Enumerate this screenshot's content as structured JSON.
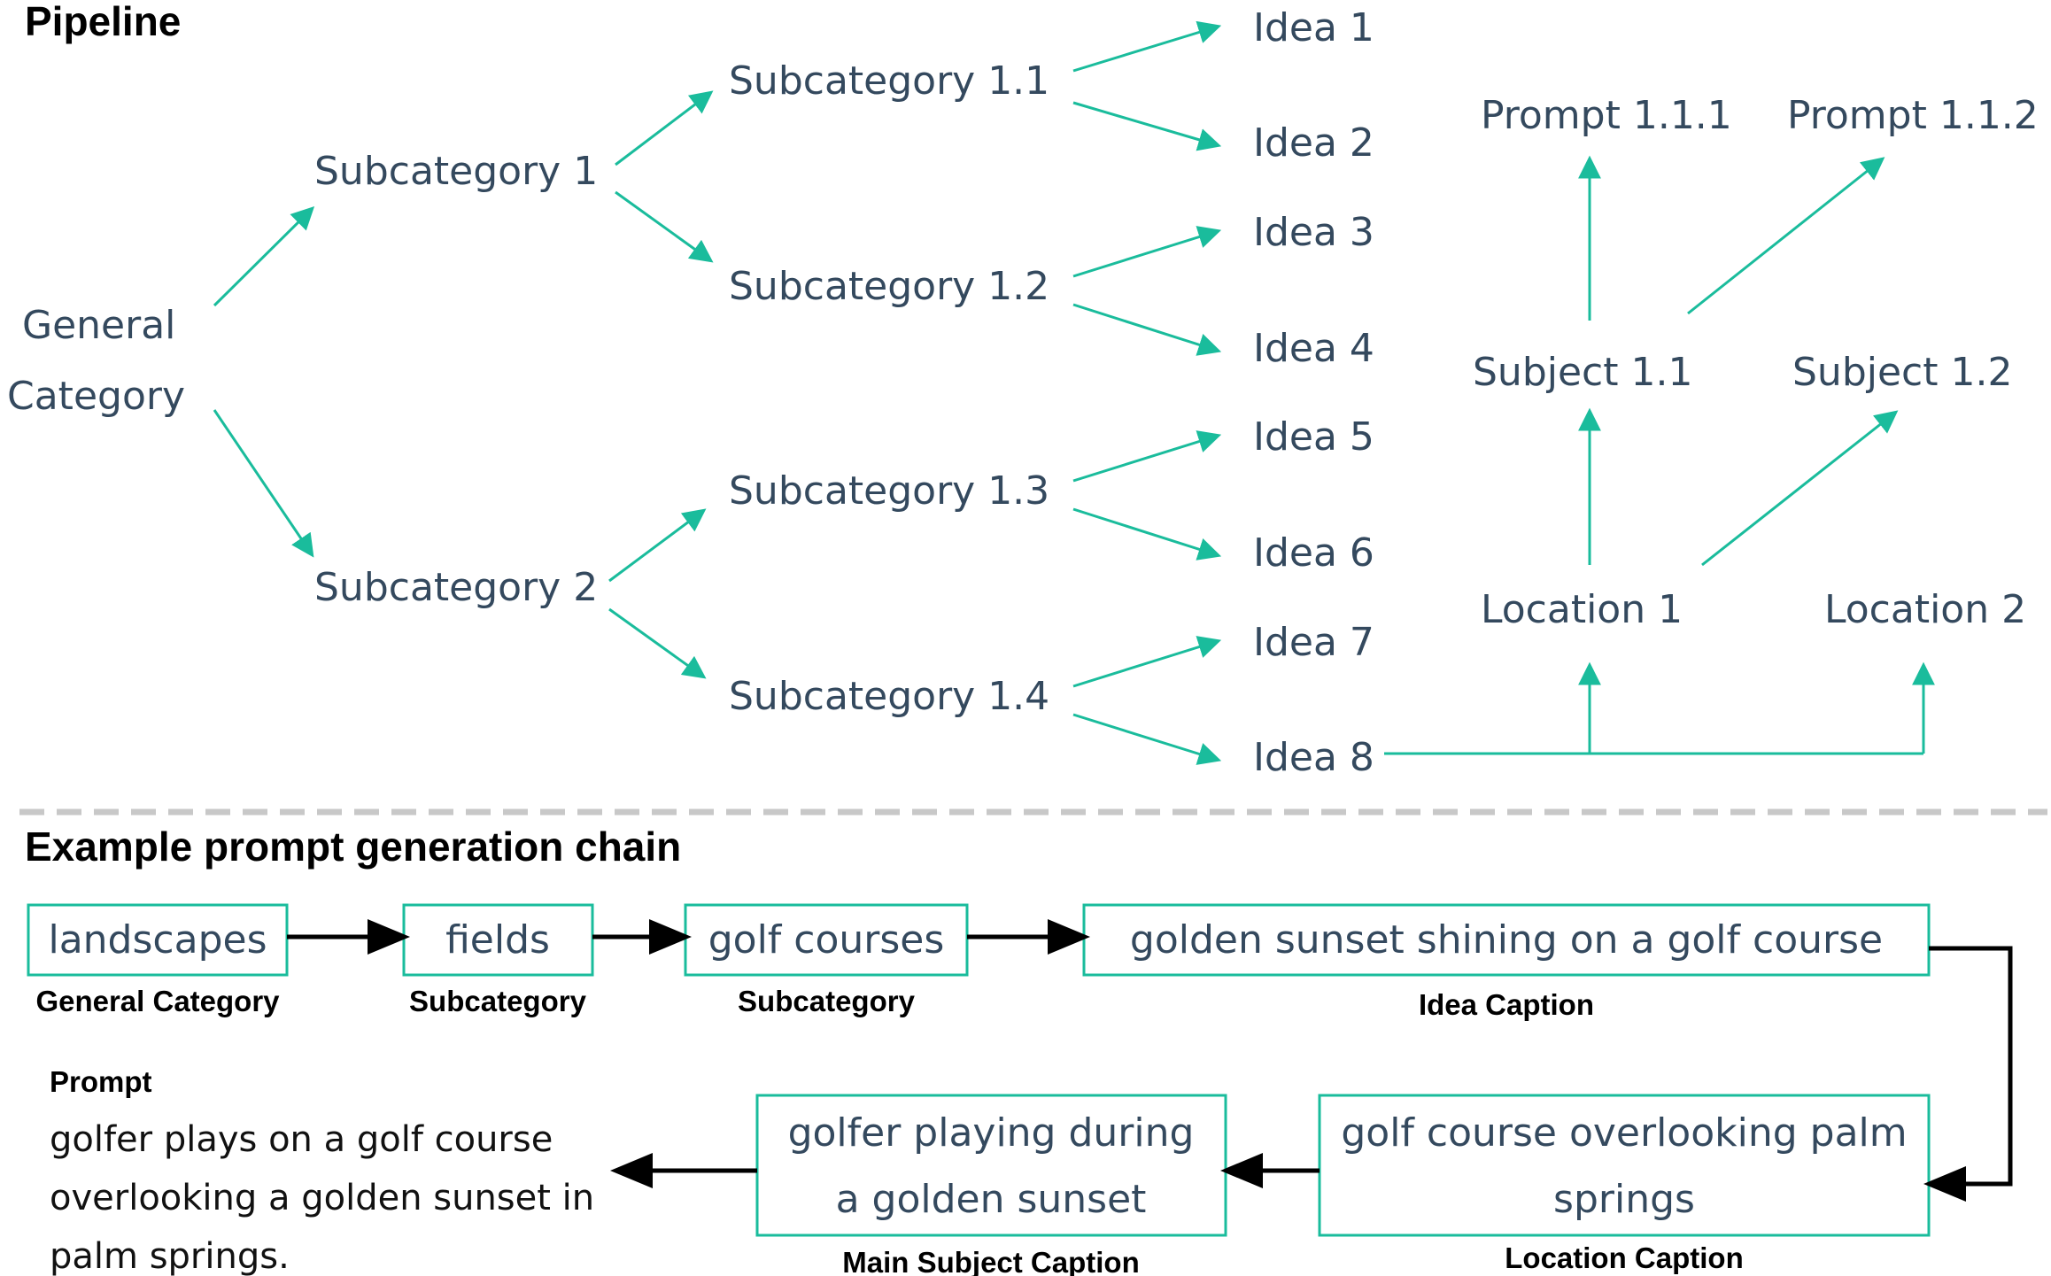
{
  "pipeline": {
    "heading": "Pipeline",
    "general": [
      "General",
      "Category"
    ],
    "subcategories": [
      "Subcategory 1",
      "Subcategory 2"
    ],
    "subsubcategories": [
      "Subcategory 1.1",
      "Subcategory 1.2",
      "Subcategory 1.3",
      "Subcategory 1.4"
    ],
    "ideas": [
      "Idea 1",
      "Idea 2",
      "Idea 3",
      "Idea 4",
      "Idea 5",
      "Idea 6",
      "Idea 7",
      "Idea 8"
    ],
    "prompts": [
      "Prompt 1.1.1",
      "Prompt 1.1.2"
    ],
    "subjects": [
      "Subject 1.1",
      "Subject 1.2"
    ],
    "locations": [
      "Location 1",
      "Location 2"
    ]
  },
  "example": {
    "heading": "Example prompt generation chain",
    "chain": [
      {
        "box": "landscapes",
        "caption": "General Category"
      },
      {
        "box": "fields",
        "caption": "Subcategory"
      },
      {
        "box": "golf courses",
        "caption": "Subcategory"
      },
      {
        "box": "golden sunset shining on a golf course",
        "caption": "Idea Caption"
      }
    ],
    "location": {
      "lines": [
        "golf course overlooking palm",
        "springs"
      ],
      "caption": "Location Caption"
    },
    "subject": {
      "lines": [
        "golfer playing during",
        "a golden sunset"
      ],
      "caption": "Main Subject Caption"
    },
    "prompt": {
      "label": "Prompt",
      "lines": [
        "golfer plays on a golf course",
        "overlooking a golden sunset in",
        "palm springs."
      ]
    }
  },
  "colors": {
    "accent": "#1abc9c",
    "node_text": "#34495e",
    "divider": "#c8c8c8"
  }
}
